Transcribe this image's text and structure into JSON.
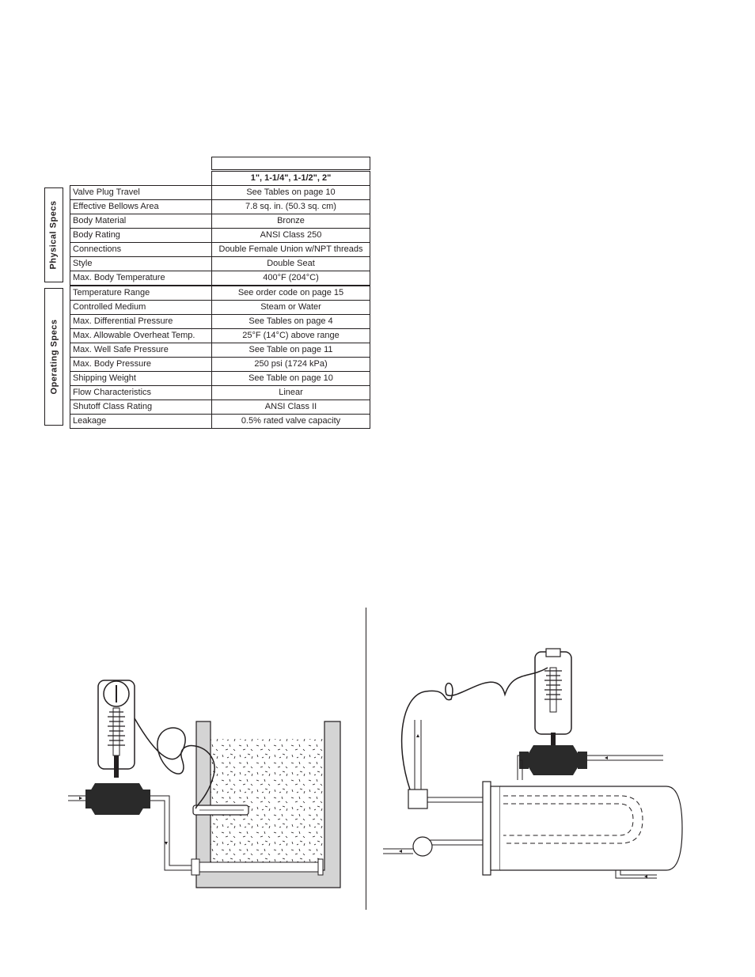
{
  "specs_table": {
    "size_header": "1\", 1-1/4\", 1-1/2\", 2\"",
    "groups": [
      {
        "label": "Physical  Specs",
        "rows": [
          {
            "name": "Valve Plug Travel",
            "value": "See Tables on page 10"
          },
          {
            "name": "Effective Bellows Area",
            "value": "7.8 sq. in. (50.3 sq. cm)"
          },
          {
            "name": "Body Material",
            "value": "Bronze"
          },
          {
            "name": "Body Rating",
            "value": "ANSI Class 250"
          },
          {
            "name": "Connections",
            "value": "Double Female Union w/NPT threads"
          },
          {
            "name": "Style",
            "value": "Double Seat"
          },
          {
            "name": "Max. Body Temperature",
            "value": "400°F (204°C)"
          }
        ]
      },
      {
        "label": "Operating Specs",
        "rows": [
          {
            "name": "Temperature Range",
            "value": "See order code on page 15"
          },
          {
            "name": "Controlled Medium",
            "value": "Steam or Water"
          },
          {
            "name": "Max. Differential Pressure",
            "value": "See Tables on page 4"
          },
          {
            "name": "Max. Allowable Overheat Temp.",
            "value": "25°F (14°C) above range"
          },
          {
            "name": "Max. Well Safe Pressure",
            "value": "See Table on page 11"
          },
          {
            "name": "Max. Body Pressure",
            "value": "250 psi (1724 kPa)"
          },
          {
            "name": "Shipping Weight",
            "value": "See Table on page 10"
          },
          {
            "name": "Flow Characteristics",
            "value": "Linear"
          },
          {
            "name": "Shutoff Class Rating",
            "value": "ANSI Class II"
          },
          {
            "name": "Leakage",
            "value": "0.5% rated valve capacity"
          }
        ]
      }
    ]
  },
  "figures": {
    "left": {
      "icon": "tank-heating-installation-icon"
    },
    "right": {
      "icon": "heat-exchanger-installation-icon"
    }
  },
  "colors": {
    "ink": "#231f20",
    "tank_wall": "#d4d4d4",
    "valve_body": "#2a2a2a"
  }
}
